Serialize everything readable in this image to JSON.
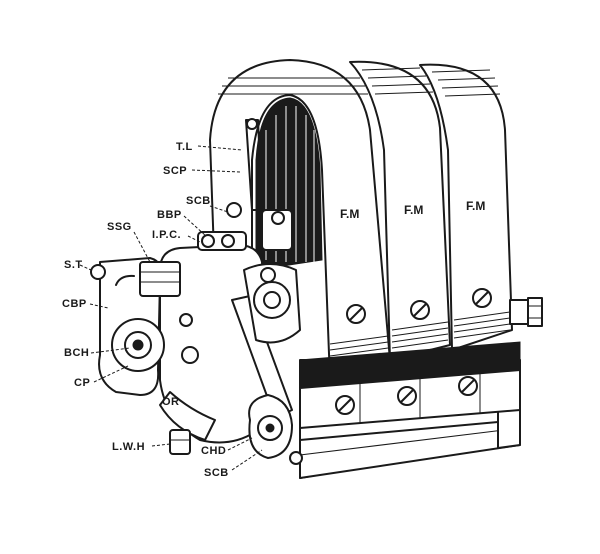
{
  "labels": {
    "tl": "T.L",
    "scp": "SCP",
    "scb_top": "SCB",
    "bbp": "BBP",
    "ssg": "SSG",
    "ipc": "I.P.C.",
    "st": "S.T",
    "cbp": "CBP",
    "bch": "BCH",
    "cp": "CP",
    "or": "OR",
    "lwh": "L.W.H",
    "chd": "CHD",
    "scb_bottom": "SCB"
  },
  "magnets": [
    "F.M",
    "F.M",
    "F.M"
  ],
  "colors": {
    "ink": "#1a1a1a",
    "paper": "#ffffff"
  }
}
